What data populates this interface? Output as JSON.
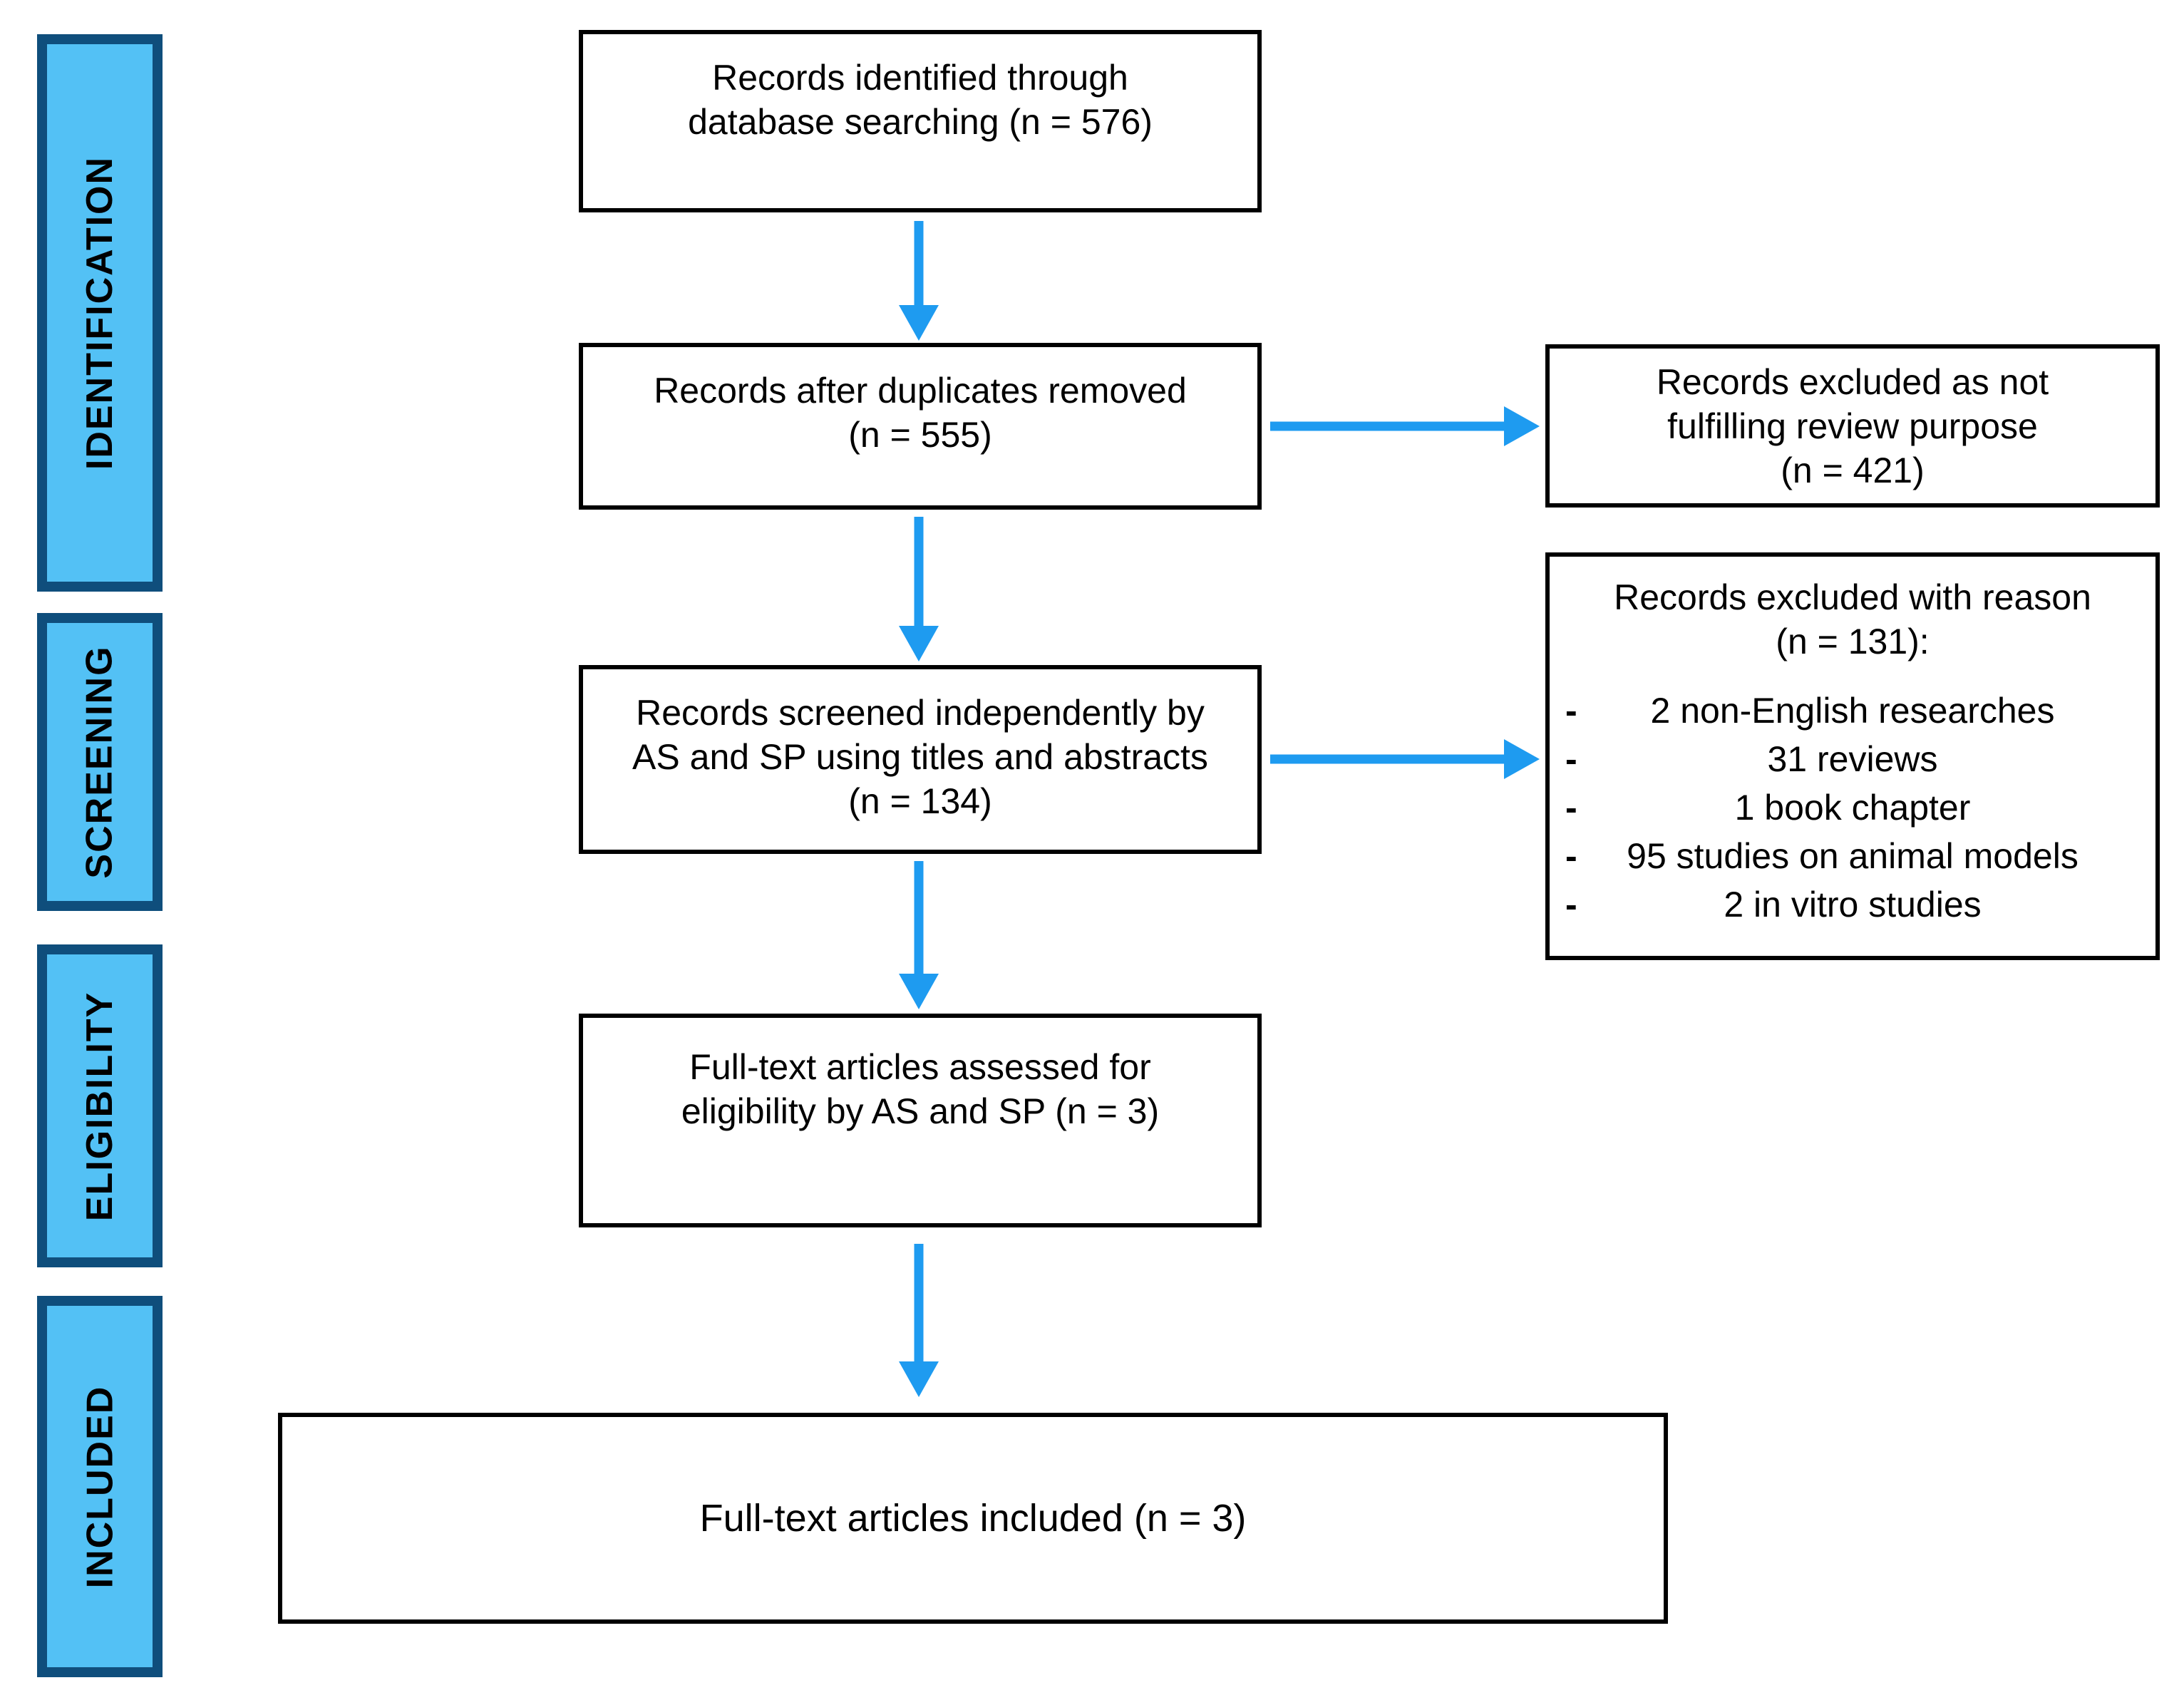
{
  "colors": {
    "arrow": "#1E9BF0",
    "stage_fill": "#53C1F5",
    "stage_border": "#0F4E7C",
    "box_border": "#000000",
    "text": "#000000",
    "background": "#FFFFFF"
  },
  "sidebar": {
    "stages": [
      {
        "label": "IDENTIFICATION"
      },
      {
        "label": "SCREENING"
      },
      {
        "label": "ELIGIBILITY"
      },
      {
        "label": "INCLUDED"
      }
    ]
  },
  "flow": {
    "identified": {
      "lines": [
        "Records identified through",
        "database searching (n = 576)"
      ]
    },
    "duplicates_removed": {
      "lines": [
        "Records after duplicates removed",
        "(n = 555)"
      ]
    },
    "screened": {
      "lines": [
        "Records screened independently by",
        "AS and SP using titles and abstracts",
        "(n = 134)"
      ]
    },
    "fulltext_assessed": {
      "lines": [
        "Full-text articles assessed for",
        "eligibility by AS and SP (n = 3)"
      ]
    },
    "included": {
      "lines": [
        "Full-text articles included (n = 3)"
      ]
    },
    "excluded_purpose": {
      "lines": [
        "Records excluded as not",
        "fulfilling review purpose",
        "(n = 421)"
      ]
    },
    "excluded_reason": {
      "header_lines": [
        "Records excluded with reason",
        "(n = 131):"
      ],
      "bullet": "-",
      "items": [
        "2 non-English researches",
        "31 reviews",
        "1 book chapter",
        "95 studies on animal models",
        "2 in vitro studies"
      ]
    }
  }
}
